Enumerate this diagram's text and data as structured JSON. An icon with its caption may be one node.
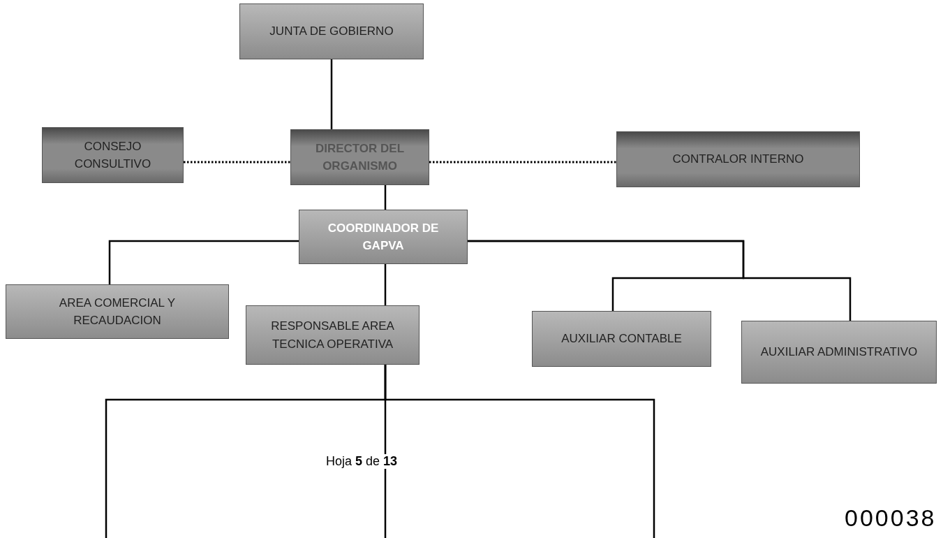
{
  "diagram": {
    "nodes": [
      {
        "text": [
          "JUNTA DE GOBIERNO"
        ]
      },
      {
        "text": [
          "CONSEJO CONSULTIVO"
        ]
      },
      {
        "text": [
          "DIRECTOR DEL ORGANISMO"
        ]
      },
      {
        "text": [
          "CONTRALOR INTERNO"
        ]
      },
      {
        "text": [
          "COORDINADOR DE GAPVA"
        ]
      },
      {
        "text": [
          "AREA COMERCIAL Y RECAUDACION"
        ]
      },
      {
        "text": [
          "RESPONSABLE AREA TECNICA OPERATIVA"
        ]
      },
      {
        "text": [
          "AUXILIAR CONTABLE"
        ]
      },
      {
        "text": [
          "AUXILIAR ADMINISTRATIVO"
        ]
      }
    ],
    "edges": [
      {
        "from": 0,
        "to": 2,
        "arrow": "none"
      },
      {
        "from": 1,
        "to": 2,
        "arrow": "none",
        "style": "dashed"
      },
      {
        "from": 2,
        "to": 3,
        "arrow": "none",
        "style": "dashed"
      },
      {
        "from": 2,
        "to": 4,
        "arrow": "none"
      },
      {
        "from": 4,
        "to": 5,
        "arrow": "none"
      },
      {
        "from": 4,
        "to": 6,
        "arrow": "none"
      },
      {
        "from": 4,
        "to": 7,
        "arrow": "none"
      },
      {
        "from": 4,
        "to": 8,
        "arrow": "none"
      },
      {
        "from": 6,
        "to": null,
        "arrow": "none"
      },
      {
        "from": 6,
        "to": null,
        "arrow": "none"
      },
      {
        "from": 6,
        "to": null,
        "arrow": "none"
      }
    ],
    "labels": [
      "Hoja **5** de **13**",
      "000038"
    ]
  }
}
